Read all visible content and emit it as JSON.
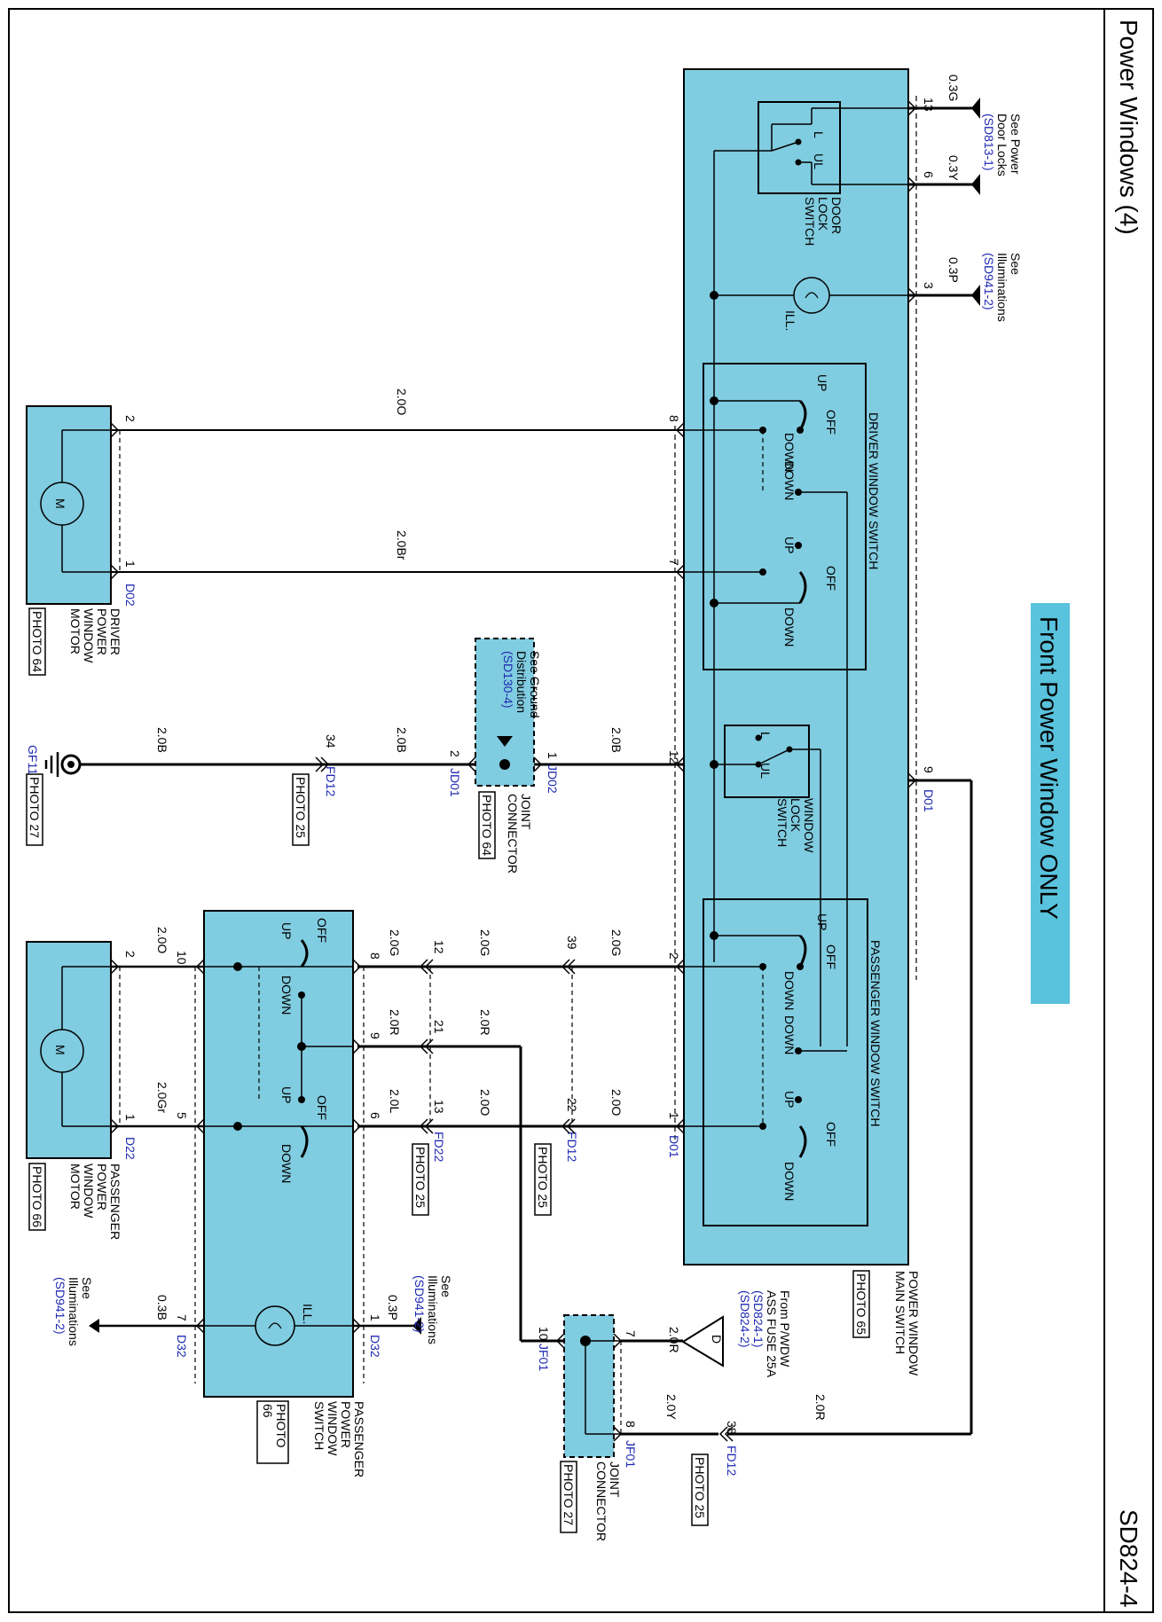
{
  "header": {
    "title": "Power Windows (4)",
    "code": "SD824-4"
  },
  "banner": "Front Power Window ONLY",
  "colors": {
    "component_fill": "#80cce0",
    "banner_fill": "#59c2dc",
    "link_color": "#1f2ab3",
    "wire": "#000000"
  },
  "main_switch": {
    "name": [
      "POWER WINDOW",
      "MAIN SWITCH"
    ],
    "photo": "PHOTO 65",
    "connector": "D01",
    "door_lock_switch": {
      "label": [
        "DOOR",
        "LOCK",
        "SWITCH"
      ],
      "pos_l": "L",
      "pos_ul": "UL",
      "ill": "ILL."
    },
    "driver_window_switch": "DRIVER WINDOW SWITCH",
    "passenger_window_switch": "PASSENGER WINDOW SWITCH",
    "window_lock_switch": {
      "label": [
        "WINDOW",
        "LOCK",
        "SWITCH"
      ],
      "pos_l": "L",
      "pos_ul": "UL"
    },
    "pins": {
      "p13": "13",
      "p6": "6",
      "p3": "3",
      "p8": "8",
      "p7": "7",
      "p12": "12",
      "p9": "9",
      "p2": "2",
      "p1": "1"
    },
    "sw_labels": {
      "up": "UP",
      "off": "OFF",
      "down": "DOWN"
    }
  },
  "right_refs": {
    "door_locks": {
      "text": [
        "See Power",
        "Door Locks"
      ],
      "link": "(SD813-1)",
      "wire13": "0.3G",
      "wire6": "0.3Y"
    },
    "illum": {
      "text": [
        "See",
        "Illuminations"
      ],
      "link": "(SD941-2)",
      "wire": "0.3P"
    }
  },
  "driver_motor": {
    "name": [
      "DRIVER",
      "POWER",
      "WINDOW",
      "MOTOR"
    ],
    "photo": "PHOTO 64",
    "connector": "D02",
    "pin2": "2",
    "pin1": "1",
    "motor": "M",
    "wire_top": "2.0O",
    "wire_bottom": "2.0Br"
  },
  "ground_path": {
    "joint": {
      "name": [
        "JOINT",
        "CONNECTOR"
      ],
      "photo": "PHOTO 64",
      "note": [
        "See Ground",
        "Distribution"
      ],
      "link": "(SD130-4)",
      "jd01": "JD01",
      "jd02": "JD02",
      "pin1": "1",
      "pin2": "2"
    },
    "wire_main": "2.0B",
    "wire_mid": "2.0B",
    "wire_ground": "2.0B",
    "fd12": {
      "conn": "FD12",
      "pin": "34",
      "photo": "PHOTO 25"
    },
    "ground": {
      "name": "GF11",
      "photo": "PHOTO 27"
    }
  },
  "passenger_links": {
    "fd12": {
      "conn": "FD12",
      "pin_a": "39",
      "pin_b": "22",
      "photo": "PHOTO 25"
    },
    "fd22": {
      "conn": "FD22",
      "pin_a": "12",
      "pin_r": "21",
      "pin_b": "13",
      "photo": "PHOTO 25"
    },
    "w_g1": "2.0G",
    "w_g2": "2.0G",
    "w_g3": "2.0G",
    "w_o1": "2.0O",
    "w_o2": "2.0O",
    "w_r1": "2.0R",
    "w_r2": "2.0R",
    "w_l": "2.0L"
  },
  "passenger_switch": {
    "name": [
      "PASSENGER",
      "POWER",
      "WINDOW",
      "SWITCH"
    ],
    "photo": [
      "PHOTO",
      "66"
    ],
    "connector": "D32",
    "pins": {
      "p8": "8",
      "p9": "9",
      "p6": "6",
      "p10": "10",
      "p5": "5",
      "p1": "1",
      "p7": "7"
    },
    "ill": "ILL.",
    "wire_ill_in": "0.3P",
    "wire_ill_out": "0.3B"
  },
  "passenger_motor": {
    "name": [
      "PASSENGER",
      "POWER",
      "WINDOW",
      "MOTOR"
    ],
    "photo": "PHOTO 66",
    "connector": "D22",
    "pin2": "2",
    "pin1": "1",
    "motor": "M",
    "wire_top": "2.0O",
    "wire_bottom": "2.0Gr"
  },
  "illum_refs": {
    "upper": {
      "text": [
        "See",
        "Illuminations"
      ],
      "link": "(SD941-2)"
    },
    "lower": {
      "text": [
        "See",
        "Illuminations"
      ],
      "link": "(SD941-2)"
    }
  },
  "power_supply": {
    "symbol": "D",
    "text": [
      "From P/WDW",
      "ASS FUSE 25A"
    ],
    "links": [
      "(SD824-1)",
      "(SD824-2)"
    ],
    "wire": "2.0R"
  },
  "jf01": {
    "conn": "JF01",
    "name": [
      "JOINT",
      "CONNECTOR"
    ],
    "photo": "PHOTO 27",
    "pin7": "7",
    "pin8": "8",
    "pin10": "10",
    "wire_y": "2.0Y"
  },
  "fd12_power": {
    "conn": "FD12",
    "pin": "38",
    "photo": "PHOTO 25",
    "wire": "2.0R"
  }
}
